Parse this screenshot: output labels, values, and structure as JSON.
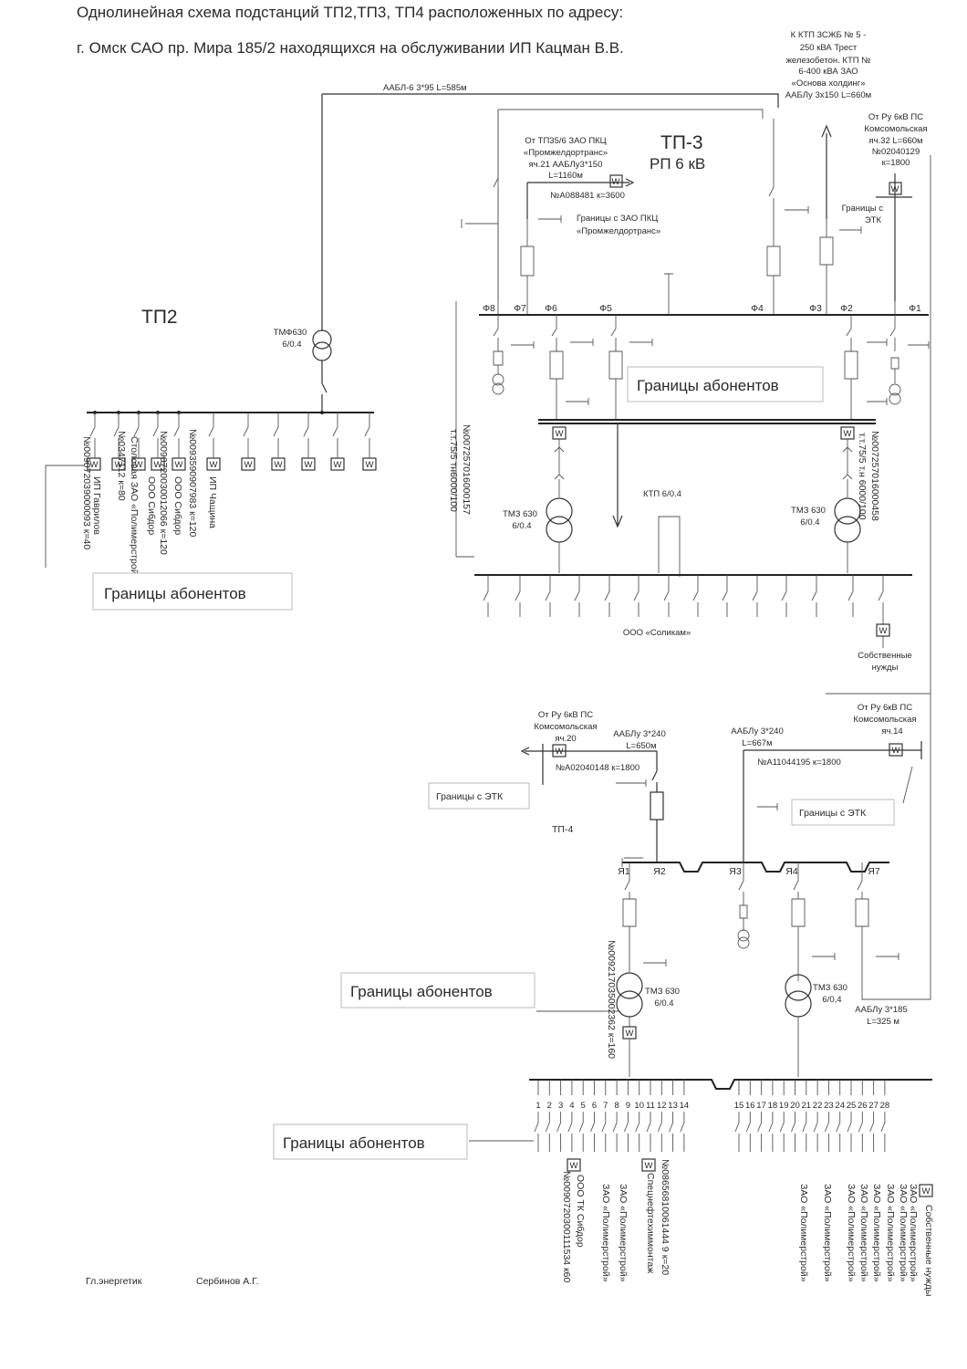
{
  "title": {
    "line1": "Однолинейная схема подстанций ТП2,ТП3, ТП4 расположенных по адресу:",
    "line2": "г. Омск САО пр. Мира 185/2 находящихся на обслуживании ИП Кацман В.В."
  },
  "tp2": {
    "name": "ТП2",
    "transformer_label": "ТМФ630",
    "transformer_ratio": "6/0.4",
    "cable_label": "ААБЛ-6 3*95 L=585м",
    "boundary": "Границы абонентов",
    "meter_symbol": "W",
    "consumers": [
      "№009072039000093 к=40",
      "ИП Гаврилов",
      "№0347112 к=80",
      "Столовая ЗАО «Полимерстрой»",
      "№0090720030012066 к=120",
      "ООО Сибдор",
      "№0093590907983 к=120",
      "ООО Сибдор",
      "ИП Чащина"
    ]
  },
  "tp3": {
    "name": "ТП-3",
    "subtitle": "РП 6 кВ",
    "top_right_note": [
      "К КТП 3СЖБ № 5 -",
      "250 кВА Трест",
      "железобетон. КТП №",
      "6-400 кВА ЗАО",
      "«Основа холдинг»",
      "ААБЛу 3х150 L=660м"
    ],
    "right_feed_note": [
      "От Ру 6кВ ПС",
      "Комсомольская",
      "яч.32 L=660м",
      "№02040129",
      "к=1800"
    ],
    "left_feed_note": [
      "От ТП35/6 ЗАО ПКЦ",
      "«Промжелдортранс»",
      "яч.21  ААБЛу3*150",
      "L=1160м",
      "№А088481 к=3600"
    ],
    "border_pkc": [
      "Границы с ЗАО ПКЦ",
      "«Промжелдортранс»"
    ],
    "border_etk": [
      "Границы с",
      "ЭТК"
    ],
    "feeders": [
      "Ф8",
      "Ф7",
      "Ф6",
      "Ф5",
      "Ф4",
      "Ф3",
      "Ф2",
      "Ф1"
    ],
    "boundary": "Границы абонентов",
    "ktp": "КТП 6/0.4",
    "tr_left_name": "ТМЗ 630",
    "tr_left_ratio": "6/0.4",
    "tr_right_name": "ТМЗ 630",
    "tr_right_ratio": "6/0.4",
    "meter_left": [
      "№007257016000157",
      "т.т.75/5 тн6000/100"
    ],
    "meter_right": [
      "№007257016000458",
      "т.т.75/5 т.н 6000/100"
    ],
    "solikam": "ООО «Соликам»",
    "own_needs": [
      "Собственные",
      "нужды"
    ]
  },
  "tp4": {
    "name": "ТП-4",
    "left_feed_note": [
      "От Ру 6кВ  ПС",
      "Комсомольская",
      "яч.20"
    ],
    "left_cable": [
      "ААБЛу 3*240",
      "L=650м"
    ],
    "left_meter": "№А02040148 к=1800",
    "right_feed_note": [
      "От Ру 6кВ ПС",
      "Комсомольская",
      "яч.14"
    ],
    "right_cable": [
      "ААБЛу 3*240",
      "L=667м"
    ],
    "right_meter": "№А11044195 к=1800",
    "border_etk_left": "Границы с ЭТК",
    "border_etk_right": "Границы с ЭТК",
    "cells": [
      "Я1",
      "Я2",
      "Я3",
      "Я4",
      "Я7"
    ],
    "boundary_top": "Границы абонентов",
    "boundary_bottom": "Границы абонентов",
    "tr_left_name": "ТМЗ 630",
    "tr_left_ratio": "6/0.4",
    "tr_right_name": "ТМЗ 630",
    "tr_right_ratio": "6/0,4",
    "vertical_meter": "№009217035002362 к=160",
    "cable_185": [
      "ААБЛу 3*185",
      "L=325 м"
    ],
    "feeder_numbers": [
      "1",
      "2",
      "3",
      "4",
      "5",
      "6",
      "7",
      "8",
      "9",
      "10",
      "11",
      "12",
      "13",
      "14",
      "15",
      "16",
      "17",
      "18",
      "19",
      "20",
      "21",
      "22",
      "23",
      "24",
      "25",
      "26",
      "27",
      "28"
    ],
    "consumers_left": [
      "№0090720300111534 к60",
      "ООО ТК Сибдор",
      "ЗАО «Полимерстрой»",
      "ЗАО «Полимерстрой»",
      "№08656810061444 9 к=20",
      "Спецнефтехиммонтаж"
    ],
    "consumers_right": [
      "ЗАО «Полимерстрой»",
      "ЗАО «Полимерстрой»",
      "ЗАО «Полимерстрой»",
      "ЗАО «Полимерстрой»",
      "ЗАО «Полимерстрой»",
      "ЗАО «Полимерстрой»",
      "ЗАО «Полимерстрой»",
      "ЗАО «Полимерстрой»"
    ],
    "own_needs": "Собственные нужды"
  },
  "footer": {
    "position": "Гл.энергетик",
    "name": "Сербинов А.Г."
  }
}
